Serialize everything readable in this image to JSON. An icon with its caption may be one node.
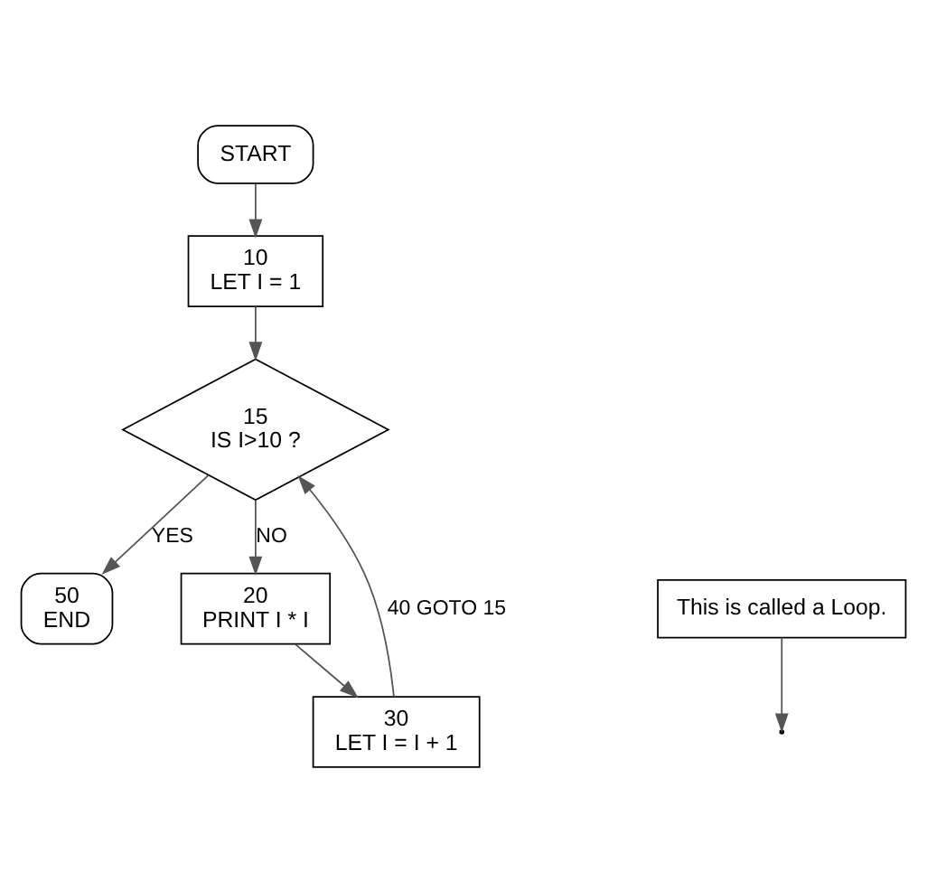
{
  "diagram": {
    "nodes": [
      {
        "text": [
          "START"
        ]
      },
      {
        "text": [
          "10",
          "LET I = 1"
        ]
      },
      {
        "text": [
          "15",
          "IS I>10 ?"
        ]
      },
      {
        "text": [
          "50",
          "END"
        ]
      },
      {
        "text": [
          "20",
          "PRINT I * I"
        ]
      },
      {
        "text": [
          "30",
          "LET I = I + 1"
        ]
      },
      {
        "text": [
          "This is called a Loop."
        ]
      }
    ],
    "edges": [
      {
        "from": 0,
        "to": 1,
        "arrow": "to"
      },
      {
        "from": 1,
        "to": 2,
        "arrow": "to"
      },
      {
        "from": 2,
        "to": 3,
        "arrow": "to",
        "label": "YES"
      },
      {
        "from": 2,
        "to": 4,
        "arrow": "to",
        "label": "NO"
      },
      {
        "from": 4,
        "to": 5,
        "arrow": "to"
      },
      {
        "from": 5,
        "to": 2,
        "arrow": "to",
        "label": "40 GOTO 15"
      },
      {
        "from": 6,
        "to": null,
        "arrow": "to"
      }
    ]
  }
}
